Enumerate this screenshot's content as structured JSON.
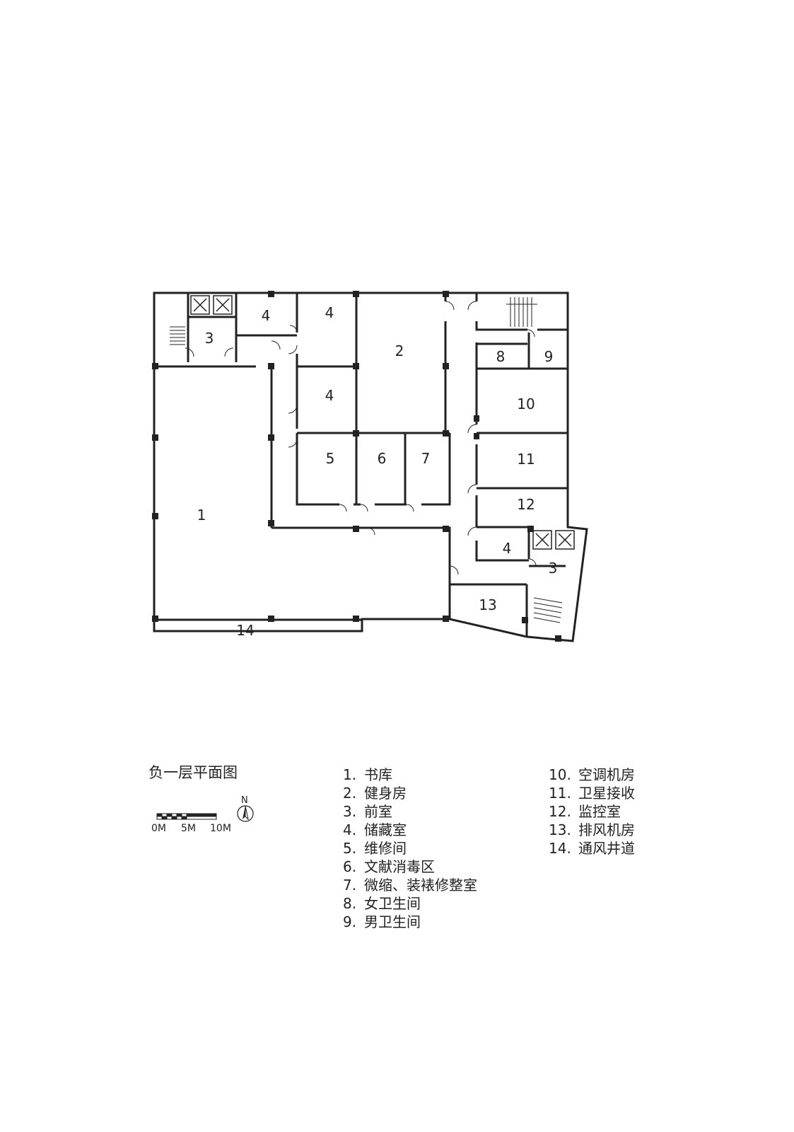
{
  "drawing_title": "负一层平面图",
  "rooms": [
    {
      "id": "r1",
      "label": "1"
    },
    {
      "id": "r2",
      "label": "2"
    },
    {
      "id": "r3a",
      "label": "3"
    },
    {
      "id": "r3b",
      "label": "3"
    },
    {
      "id": "r4a",
      "label": "4"
    },
    {
      "id": "r4b",
      "label": "4"
    },
    {
      "id": "r4c",
      "label": "4"
    },
    {
      "id": "r4d",
      "label": "4"
    },
    {
      "id": "r5",
      "label": "5"
    },
    {
      "id": "r6",
      "label": "6"
    },
    {
      "id": "r7",
      "label": "7"
    },
    {
      "id": "r8",
      "label": "8"
    },
    {
      "id": "r9",
      "label": "9"
    },
    {
      "id": "r10",
      "label": "10"
    },
    {
      "id": "r11",
      "label": "11"
    },
    {
      "id": "r12",
      "label": "12"
    },
    {
      "id": "r13",
      "label": "13"
    },
    {
      "id": "r14",
      "label": "14"
    }
  ],
  "legend": [
    {
      "num": "1.",
      "name": "书库"
    },
    {
      "num": "2.",
      "name": "健身房"
    },
    {
      "num": "3.",
      "name": "前室"
    },
    {
      "num": "4.",
      "name": "储藏室"
    },
    {
      "num": "5.",
      "name": "维修间"
    },
    {
      "num": "6.",
      "name": "文献消毒区"
    },
    {
      "num": "7.",
      "name": "微缩、装裱修整室"
    },
    {
      "num": "8.",
      "name": "女卫生间"
    },
    {
      "num": "9.",
      "name": "男卫生间"
    },
    {
      "num": "10.",
      "name": "空调机房"
    },
    {
      "num": "11.",
      "name": "卫星接收"
    },
    {
      "num": "12.",
      "name": "监控室"
    },
    {
      "num": "13.",
      "name": "排风机房"
    },
    {
      "num": "14.",
      "name": "通风井道"
    }
  ],
  "scale_bar": {
    "labels": [
      "0M",
      "5M",
      "10M"
    ]
  },
  "north_label": "N",
  "colors": {
    "wall": "#222222",
    "background": "#ffffff"
  }
}
